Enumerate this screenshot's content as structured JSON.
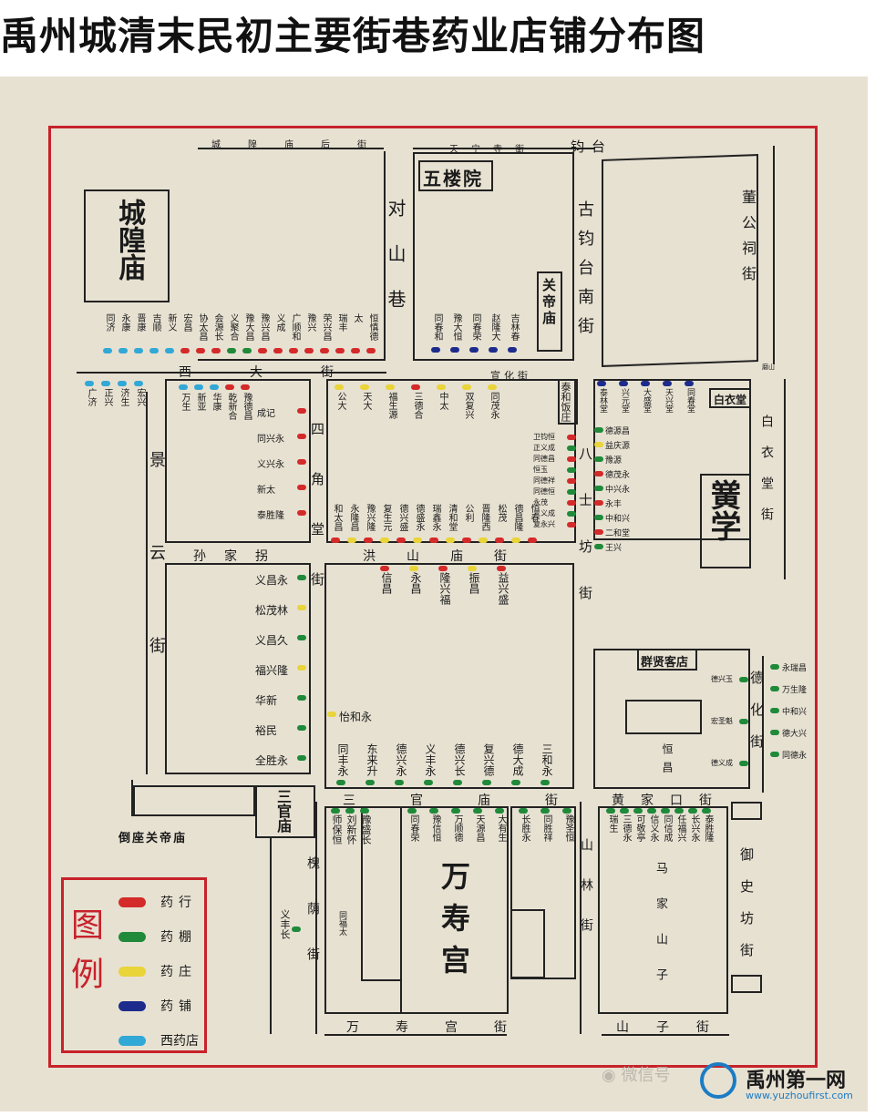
{
  "title": "禹州城清末民初主要街巷药业店铺分布图",
  "colors": {
    "frame": "#c7222b",
    "yao_hang": "#d42a2a",
    "yao_peng": "#1f8a3a",
    "yao_zhuang": "#e9d43a",
    "yao_pu": "#1d2b8c",
    "xi_yao_dian": "#31a8d6"
  },
  "landmarks": {
    "chenghuang": "城隍庙",
    "wulou": "五楼院",
    "guandi": "关帝庙",
    "taihe": "泰和饭庄",
    "baiyitang": "白衣堂",
    "huangxue": "黉学",
    "qunxian": "群贤客店",
    "sanguan": "三官庙",
    "daozuo": "倒座关帝庙",
    "wanshou": "万寿宫",
    "majia": "马家山子",
    "yushi": "御史坊街"
  },
  "streets": {
    "chenghuang_hou": "城隍庙后街",
    "tianning": "天宁寺街",
    "diaotai": "钧台",
    "duishan": "对山巷",
    "gujuntai": "古钧台南街",
    "dong_ci": "董公祠街",
    "xida": "西大街",
    "xuanhua": "宣化街",
    "baiyitang_jie": "白衣堂街",
    "jingyun": "景云街",
    "sunjia": "孙家拐",
    "sijiao": "四角堂街",
    "hongshan": "洪山庙街",
    "bashi": "八士坊街",
    "dehua": "德化街",
    "sanguan_jie": "三官庙街",
    "huangjiakou": "黄家口街",
    "huaiyin": "槐荫街",
    "shanlin": "山林街",
    "wanshou_jie": "万寿宫街",
    "shanzi": "山子街",
    "ji_shan": "磨山"
  },
  "shops": {
    "row1": [
      "同济",
      "永康",
      "晋康",
      "吉顺",
      "新义",
      "宏昌",
      "协太昌",
      "会源长",
      "义聚合",
      "豫大昌",
      "豫兴昌",
      "义成",
      "广顺和",
      "豫兴",
      "荣兴昌",
      "瑞丰",
      "太",
      "恒慎德"
    ],
    "wulou": [
      "同春和",
      "豫大恒",
      "同春荣",
      "赵隆大",
      "吉林春"
    ],
    "left_top": [
      "广济",
      "正兴",
      "济生",
      "宏兴"
    ],
    "xida_block": [
      "万生",
      "新亚",
      "华康",
      "乾新合",
      "豫德昌"
    ],
    "xida_right": [
      "成记",
      "同兴永",
      "义兴永",
      "新太",
      "泰胜隆"
    ],
    "sijiao_in": [
      "公大",
      "天大",
      "福生源",
      "三德合",
      "中太",
      "双复兴",
      "同茂永"
    ],
    "bottom_row": [
      "和太昌",
      "永隆昌",
      "豫兴隆",
      "复生元",
      "德兴盛",
      "德盛永",
      "瑞鑫永",
      "清和堂",
      "公利",
      "晋隆西",
      "松茂",
      "德昌隆",
      "恒春"
    ],
    "bashi_in": [
      "卫钧恒",
      "正义成",
      "同德昌",
      "恒玉",
      "同德祥",
      "同德恒",
      "永茂",
      "三义成",
      "复永兴"
    ],
    "bashi_out": [
      "德源昌",
      "益庆源",
      "豫源",
      "德茂永",
      "中兴永",
      "永丰",
      "中和兴",
      "二和堂",
      "王兴"
    ],
    "baiyi_row": [
      "泰林堂",
      "兴元堂",
      "大盛堂",
      "天兴堂",
      "同春堂"
    ],
    "sunjia": [
      "义昌永",
      "松茂林",
      "义昌久",
      "福兴隆",
      "华新",
      "裕民",
      "全胜永"
    ],
    "hongshan_top": [
      "信昌",
      "永昌",
      "隆兴福",
      "振昌",
      "益兴盛"
    ],
    "yihe": "怡和永",
    "hongshan_bottom": [
      "同丰永",
      "东来升",
      "德兴永",
      "义丰永",
      "德兴长",
      "复兴德",
      "德大成",
      "三和永"
    ],
    "dehua": [
      "永瑞昌",
      "万生隆",
      "中和兴",
      "德大兴",
      "同德永"
    ],
    "qunxian_in": [
      "德兴玉",
      "宏圣魁",
      "德义成"
    ],
    "hengchang": "恒昌",
    "sanguan_left": [
      "师保恒",
      "刘新怀",
      "豫盛长"
    ],
    "yifengchang": "义丰长",
    "tongfutai": "同福太",
    "wanshou_row": [
      "同春荣",
      "豫信恒",
      "万顺德",
      "天源昌",
      "大有生"
    ],
    "shanlin_row": [
      "长胜永",
      "同胜祥",
      "豫圣恒"
    ],
    "huangjia_row": [
      "瑞生",
      "三德永",
      "可敬亭",
      "信义永",
      "同信成",
      "任福兴",
      "长兴永",
      "泰胜隆"
    ]
  },
  "legend": {
    "title": "图例",
    "items": [
      {
        "label": "药行",
        "color": "#d42a2a"
      },
      {
        "label": "药棚",
        "color": "#1f8a3a"
      },
      {
        "label": "药庄",
        "color": "#e9d43a"
      },
      {
        "label": "药铺",
        "color": "#1d2b8c"
      },
      {
        "label": "西药店",
        "color": "#31a8d6"
      }
    ]
  },
  "watermark": {
    "wechat": "微信号",
    "site_name": "禹州第一网",
    "site_url": "www.yuzhoufirst.com"
  }
}
